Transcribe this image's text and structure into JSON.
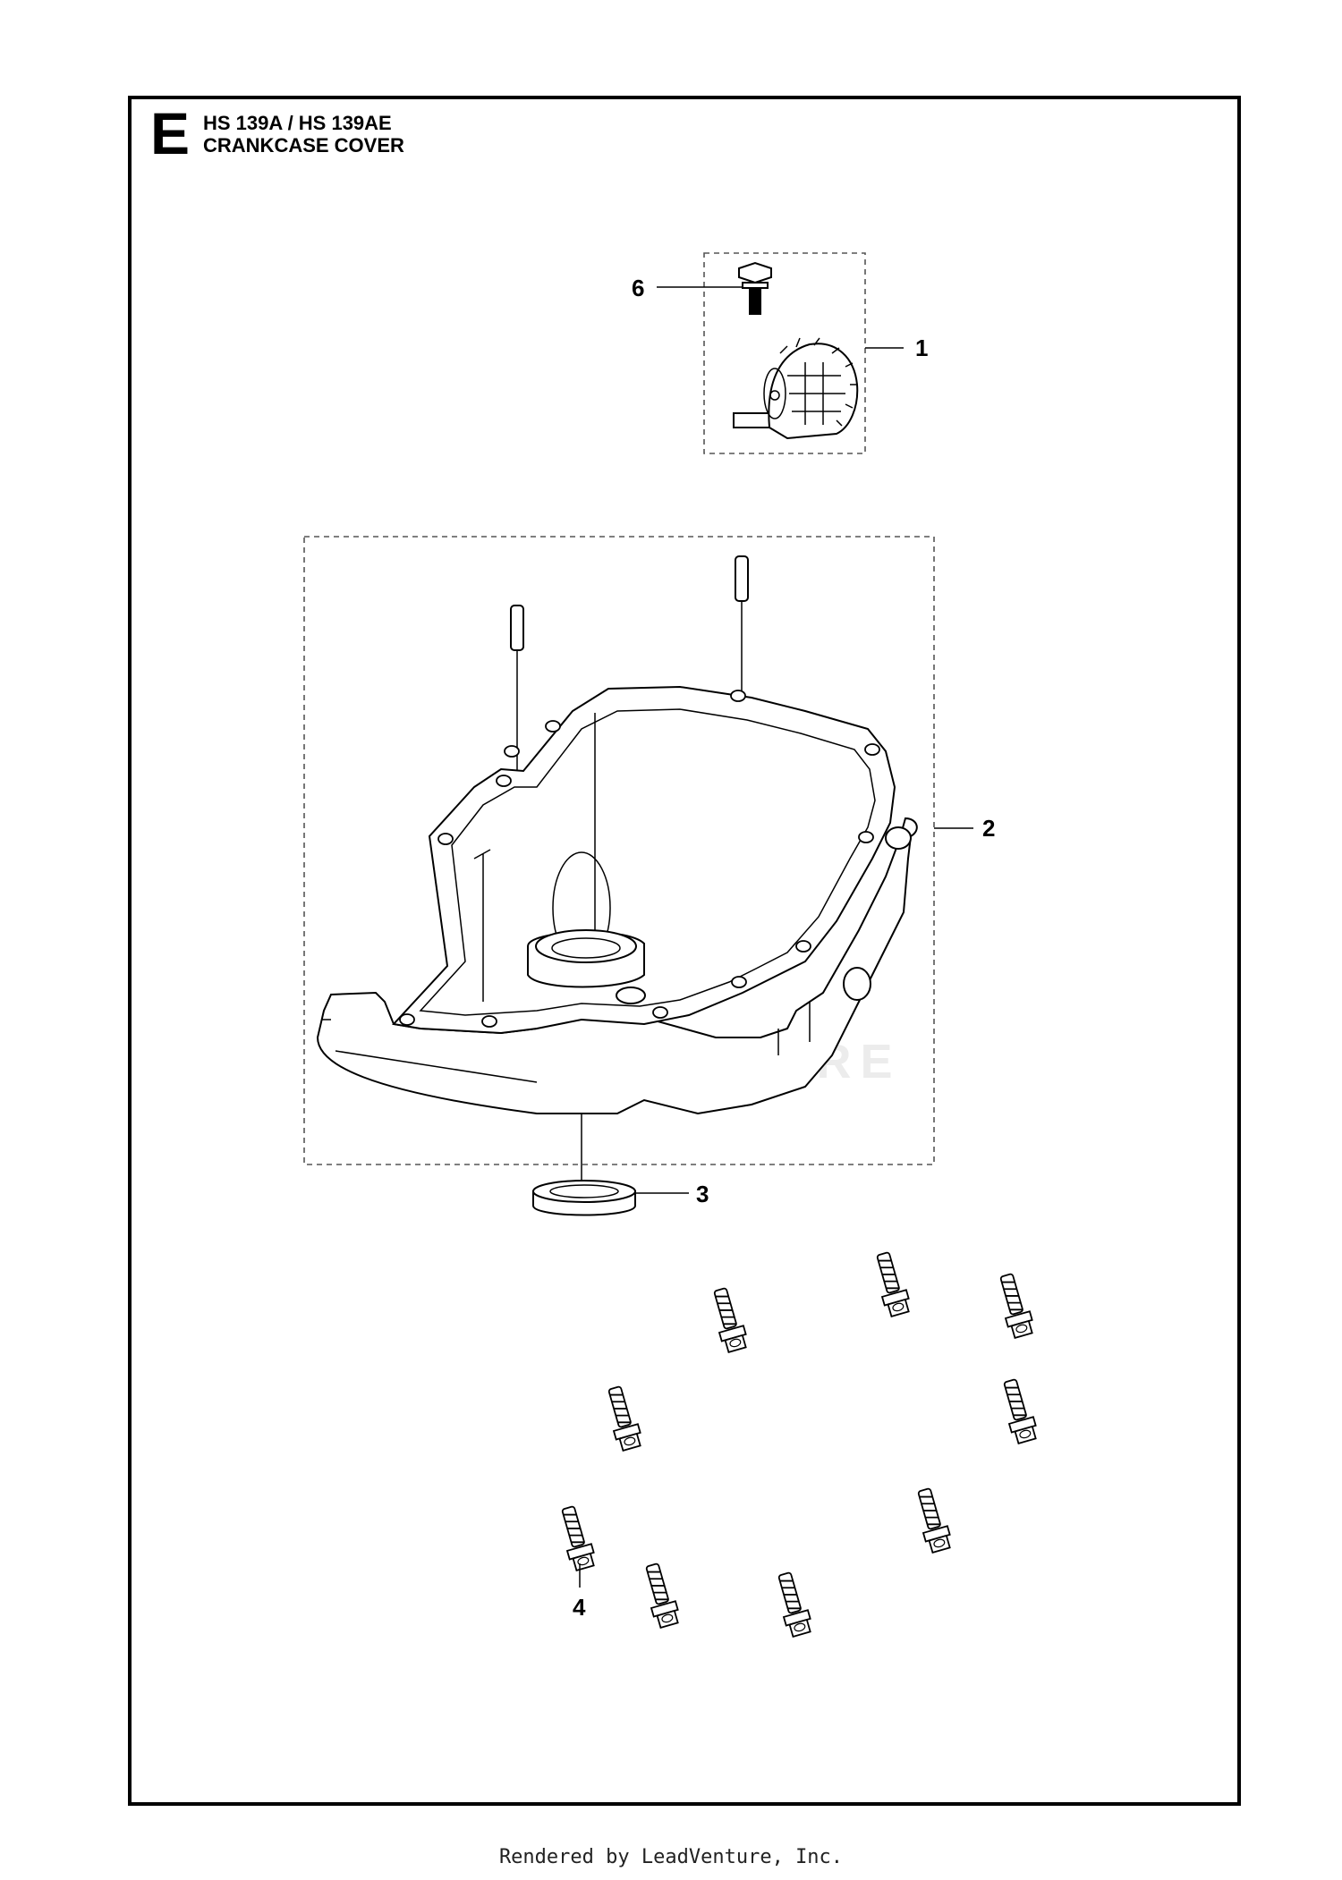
{
  "header": {
    "section_letter": "E",
    "model": "HS 139A / HS 139AE",
    "title": "CRANKCASE COVER"
  },
  "callouts": {
    "c1": "1",
    "c2": "2",
    "c3": "3",
    "c4": "4",
    "c6": "6"
  },
  "watermark": "LEADVENTURE",
  "footer": "Rendered by LeadVenture, Inc."
}
